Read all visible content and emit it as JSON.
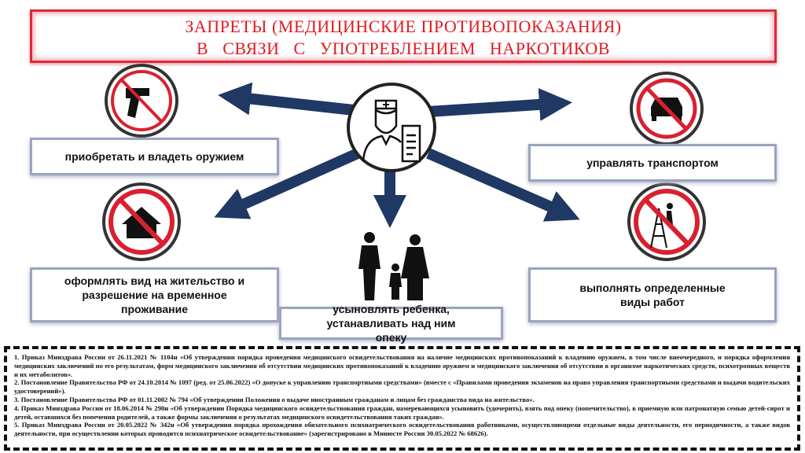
{
  "title": {
    "line1": "ЗАПРЕТЫ (МЕДИЦИНСКИЕ ПРОТИВОПОКАЗАНИЯ)",
    "line2": "В   СВЯЗИ   С   УПОТРЕБЛЕНИЕМ   НАРКОТИКОВ"
  },
  "items": {
    "weapons": "приобретать и владеть оружием",
    "transport": "управлять транспортом",
    "residence": "оформлять вид на жительство и разрешение на временное проживание",
    "adoption": "усыновлять ребенка, устанавливать над ним опеку",
    "work": "выполнять определенные виды работ"
  },
  "icons": [
    "doctor-icon",
    "no-weapon-icon",
    "no-car-icon",
    "no-house-icon",
    "family-icon",
    "no-climbing-work-icon"
  ],
  "colors": {
    "title": "#e01b24",
    "arrow": "#1f3864",
    "prohibition": "#d9202f"
  },
  "notes": [
    "1. Приказ Минздрава России от 26.11.2021 № 1104н «Об утверждении порядка проведения медицинского освидетельствования на наличие медицинских противопоказаний к владению оружием, в том числе внеочередного, и порядка оформления медицинских заключений по его результатам, форм медицинского заключения об отсутствии медицинских противопоказаний к владению оружием и медицинского заключения об отсутствии в организме наркотических средств, психотропных веществ и их метаболитов».",
    "2. Постановление Правительства РФ от 24.10.2014 № 1097 (ред. от 25.06.2022) «О допуске к управлению транспортными средствами» (вместе с «Правилами проведения экзаменов на право управления транспортными средствами и выдачи водительских удостоверений»).",
    "3. Постановление Правительства РФ от 01.11.2002  № 794 «Об утверждении Положения о выдаче иностранным гражданам и лицам без гражданства вида на жительство».",
    "4. Приказ Минздрава России от 18.06.2014 № 290н «Об утверждении Порядка медицинского освидетельствования граждан, намеревающихся усыновить (удочерить), взять под опеку (попечительство), в приемную или патронатную семью детей-сирот и детей, оставшихся без попечения родителей, а также формы заключения о результатах медицинского освидетельствования таких граждан».",
    "5. Приказ Минздрава России от 20.05.2022 № 342н «Об утверждении порядка прохождения обязательного психиатрического освидетельствования работниками, осуществляющими отдельные виды деятельности, его периодичности, а также видов деятельности, при осуществлении которых проводится психиатрическое освидетельствование» (зарегистрировано в Минюсте России 30.05.2022 № 68626)."
  ]
}
